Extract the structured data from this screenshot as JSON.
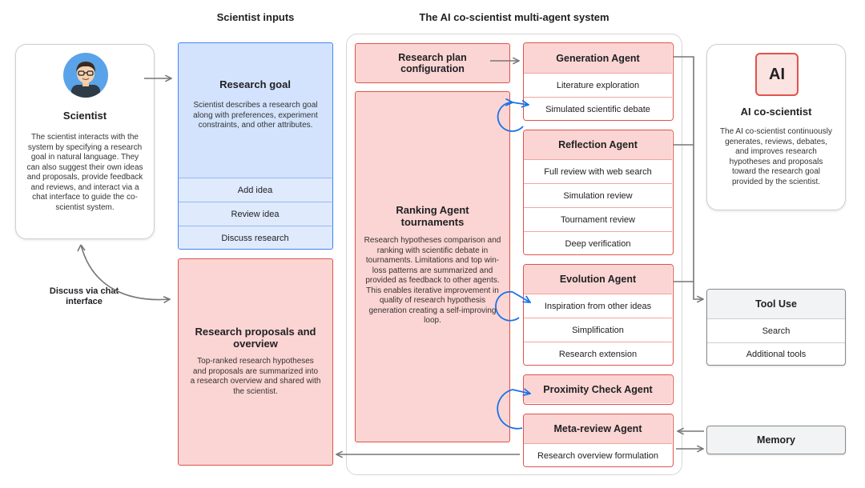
{
  "headers": {
    "scientist_inputs": "Scientist inputs",
    "system": "The AI co-scientist multi-agent system"
  },
  "scientist": {
    "title": "Scientist",
    "description": "The scientist interacts with the system by specifying a research goal in natural language. They can also suggest their own ideas and proposals, provide feedback and reviews, and interact via a chat interface to guide the co-scientist system."
  },
  "discuss_via": "Discuss via chat interface",
  "research_goal": {
    "title": "Research goal",
    "description": "Scientist describes a research goal along with preferences, experiment constraints, and other attributes.",
    "actions": [
      "Add idea",
      "Review idea",
      "Discuss research"
    ]
  },
  "proposals": {
    "title": "Research proposals and overview",
    "description": "Top-ranked research hypotheses and proposals are summarized into a research overview and shared with the scientist."
  },
  "plan_config": {
    "title": "Research plan configuration"
  },
  "ranking": {
    "title": "Ranking Agent tournaments",
    "description": "Research hypotheses comparison and ranking with scientific debate in tournaments. Limitations and top win-loss patterns are summarized and provided as feedback to other agents. This enables iterative improvement in quality of research hypothesis generation creating a self-improving loop."
  },
  "agents": {
    "generation": {
      "title": "Generation Agent",
      "items": [
        "Literature exploration",
        "Simulated scientific debate"
      ]
    },
    "reflection": {
      "title": "Reflection Agent",
      "items": [
        "Full review with web search",
        "Simulation review",
        "Tournament review",
        "Deep verification"
      ]
    },
    "evolution": {
      "title": "Evolution Agent",
      "items": [
        "Inspiration from other ideas",
        "Simplification",
        "Research extension"
      ]
    },
    "proximity": {
      "title": "Proximity Check Agent"
    },
    "meta": {
      "title": "Meta-review Agent",
      "items": [
        "Research overview formulation"
      ]
    }
  },
  "ai": {
    "logo": "AI",
    "title": "AI co-scientist",
    "description": "The AI co-scientist continuously generates, reviews, debates, and improves research hypotheses and proposals toward the research goal provided by the scientist."
  },
  "tool_use": {
    "title": "Tool Use",
    "items": [
      "Search",
      "Additional tools"
    ]
  },
  "memory": {
    "title": "Memory"
  },
  "icons": [
    "person-avatar-icon",
    "ai-logo-icon",
    "arrow-icon",
    "cycle-arrow-icon"
  ],
  "colors": {
    "red_fill": "#fbd5d3",
    "red_border": "#e0534a",
    "blue_fill": "#d3e3fd",
    "blue_border": "#4285f4",
    "arrow": "#777777",
    "loop": "#1a73e8"
  }
}
